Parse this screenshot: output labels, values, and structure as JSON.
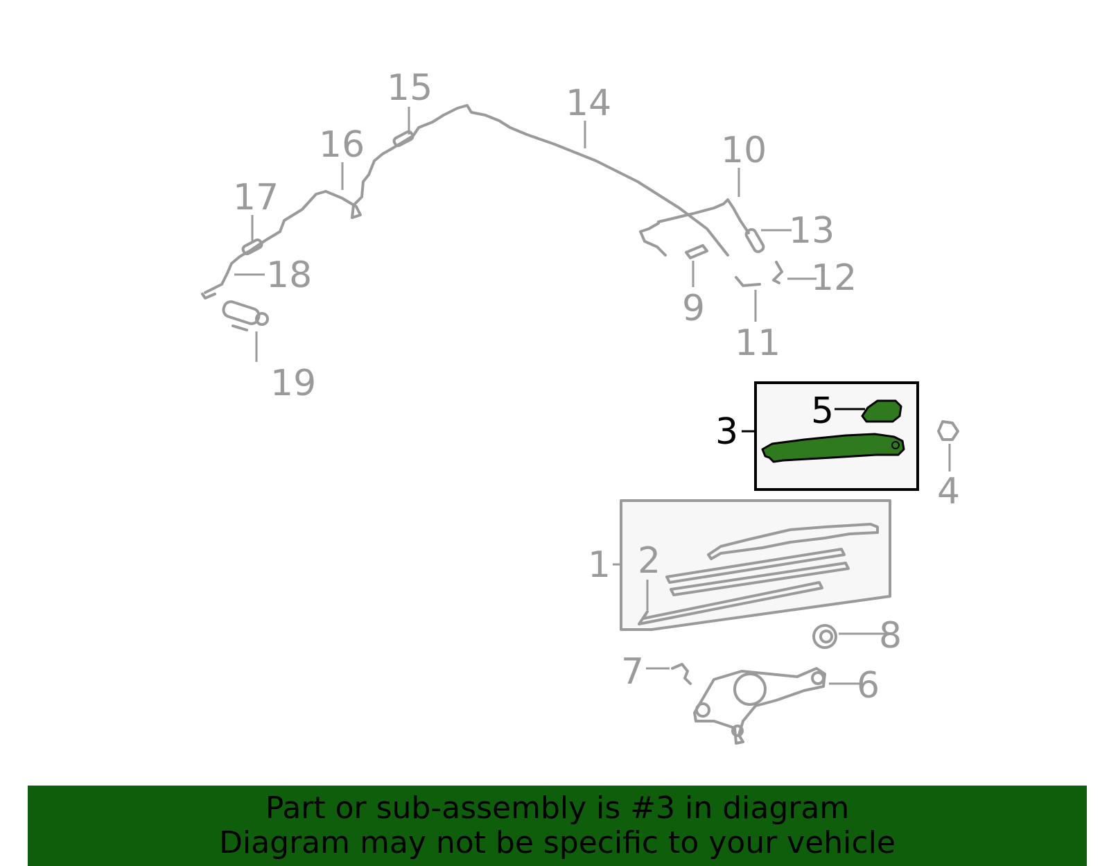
{
  "diagram": {
    "highlight_color": "#2f7a1f",
    "banner_color": "#0f5e0b",
    "callouts": [
      {
        "id": "c1",
        "label": "1"
      },
      {
        "id": "c2",
        "label": "2"
      },
      {
        "id": "c3",
        "label": "3",
        "highlighted": true
      },
      {
        "id": "c4",
        "label": "4"
      },
      {
        "id": "c5",
        "label": "5",
        "highlighted": true
      },
      {
        "id": "c6",
        "label": "6"
      },
      {
        "id": "c7",
        "label": "7"
      },
      {
        "id": "c8",
        "label": "8"
      },
      {
        "id": "c9",
        "label": "9"
      },
      {
        "id": "c10",
        "label": "10"
      },
      {
        "id": "c11",
        "label": "11"
      },
      {
        "id": "c12",
        "label": "12"
      },
      {
        "id": "c13",
        "label": "13"
      },
      {
        "id": "c14",
        "label": "14"
      },
      {
        "id": "c15",
        "label": "15"
      },
      {
        "id": "c16",
        "label": "16"
      },
      {
        "id": "c17",
        "label": "17"
      },
      {
        "id": "c18",
        "label": "18"
      },
      {
        "id": "c19",
        "label": "19"
      }
    ]
  },
  "banner": {
    "line1": "Part or sub-assembly is #3 in diagram",
    "line2": "Diagram may not be specific to your vehicle"
  }
}
